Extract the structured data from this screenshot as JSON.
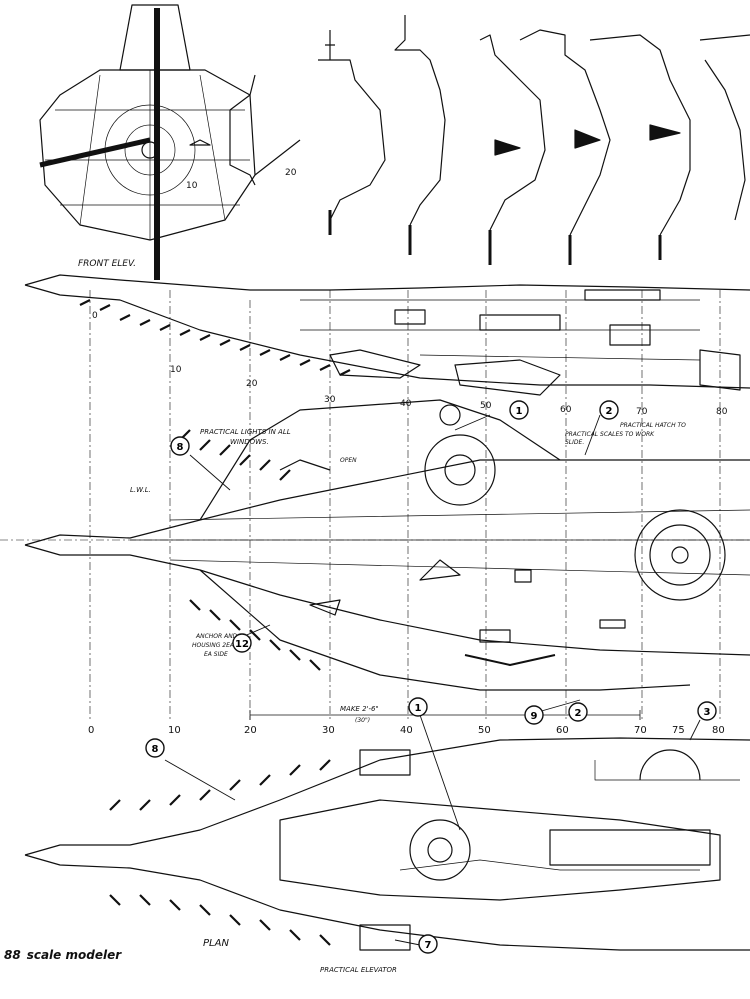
{
  "page": {
    "number": "88",
    "publication": "scale modeler"
  },
  "labels": {
    "front_elev": "FRONT ELEV.",
    "plan": "PLAN",
    "lwl": "L.W.L.",
    "practical_lights": [
      "PRACTICAL LIGHTS IN ALL",
      "WINDOWS."
    ],
    "practical_hatch": [
      "PRACTICAL HATCH TO",
      "SLIDE."
    ],
    "practical_scales": "PRACTICAL SCALES TO WORK",
    "anchor_housing": [
      "ANCHOR AND",
      "HOUSING 2EA",
      "EA SIDE"
    ],
    "practical_elevator": "PRACTICAL ELEVATOR",
    "make_length": "MAKE 2'-6\"",
    "make_length_sub": "(30\")",
    "open": "OPEN"
  },
  "callouts": [
    "1",
    "2",
    "3",
    "7",
    "8",
    "9",
    "12"
  ],
  "section_numbers": [
    "10",
    "20"
  ],
  "scale_profile": [
    "0",
    "10",
    "20",
    "30",
    "40",
    "50",
    "60",
    "70",
    "80"
  ],
  "scale_mid": [
    "0",
    "10",
    "20",
    "30",
    "40",
    "50",
    "60",
    "70",
    "75",
    "80"
  ]
}
